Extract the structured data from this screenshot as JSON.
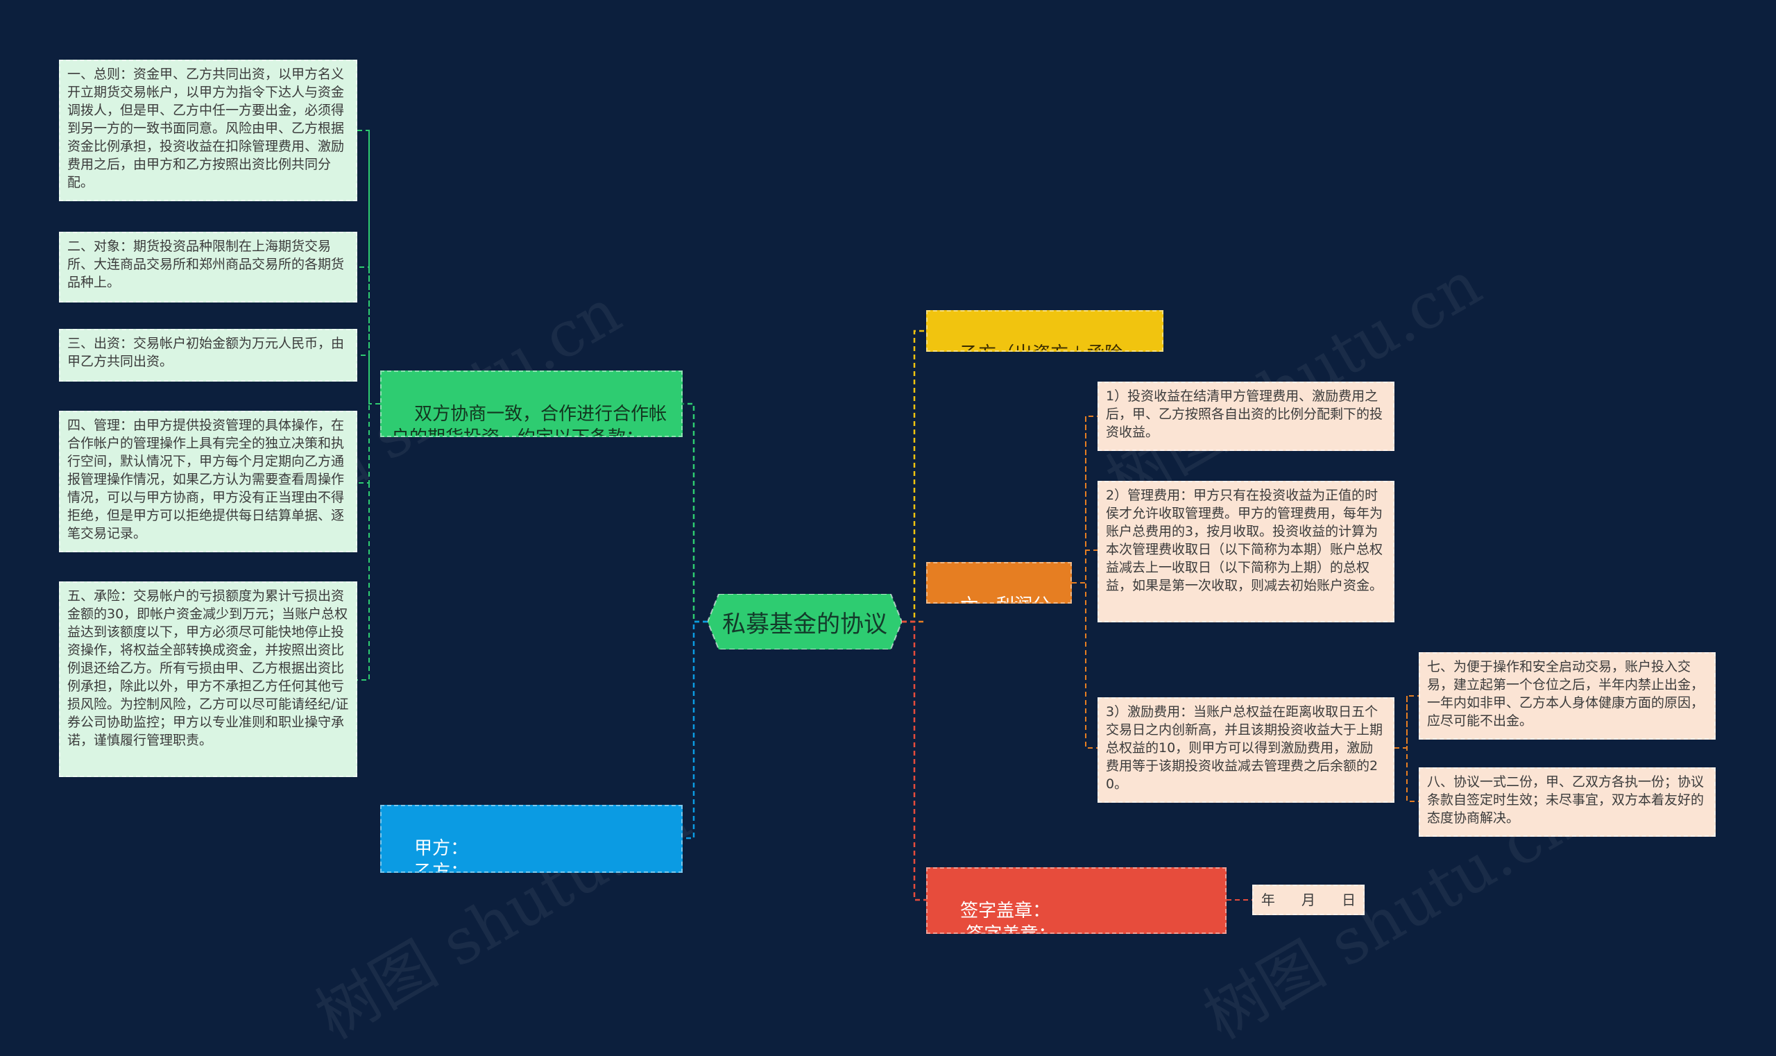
{
  "root": {
    "label": "私募基金的协议"
  },
  "left": {
    "clauses_branch": {
      "label": "双方协商一致，合作进行合作帐户的期货投资，约定以下条款："
    },
    "clauses": [
      "一、总则：资金甲、乙方共同出资，以甲方名义开立期货交易帐户，以甲方为指令下达人与资金调拨人，但是甲、乙方中任一方要出金，必须得到另一方的一致书面同意。风险由甲、乙方根据资金比例承担，投资收益在扣除管理费用、激励费用之后，由甲方和乙方按照出资比例共同分配。",
      "二、对象：期货投资品种限制在上海期货交易所、大连商品交易所和郑州商品交易所的各期货品种上。",
      "三、出资：交易帐户初始金额为万元人民币，由甲乙方共同出资。",
      "四、管理：由甲方提供投资管理的具体操作，在合作帐户的管理操作上具有完全的独立决策和执行空间，默认情况下，甲方每个月定期向乙方通报管理操作情况，如果乙方认为需要查看周操作情况，可以与甲方协商，甲方没有正当理由不得拒绝，但是甲方可以拒绝提供每日结算单据、逐笔交易记录。",
      "五、承险：交易帐户的亏损额度为累计亏损出资金额的30，即帐户资金减少到万元；当账户总权益达到该额度以下，甲方必须尽可能快地停止投资操作，将权益全部转换成资金，并按照出资比例退还给乙方。所有亏损由甲、乙方根据出资比例承担，除此以外，甲方不承担乙方任何其他亏损风险。为控制风险，乙方可以尽可能请经纪/证券公司协助监控；甲方以专业准则和职业操守承诺，谨慎履行管理职责。"
    ],
    "parties_branch": {
      "label": "甲方：\n    乙方："
    }
  },
  "right": {
    "partyb_branch": {
      "label": "乙方（出资方＋承险方）："
    },
    "profit_branch": {
      "label": "六、利润分配："
    },
    "profit_items": [
      "1）投资收益在结清甲方管理费用、激励费用之后，甲、乙方按照各自出资的比例分配剩下的投资收益。",
      "2）管理费用：甲方只有在投资收益为正值的时侯才允许收取管理费。甲方的管理费用，每年为账户总费用的3，按月收取。投资收益的计算为本次管理费收取日（以下简称为本期）账户总权益减去上一收取日（以下简称为上期）的总权益，如果是第一次收取，则减去初始账户资金。",
      "3）激励费用：当账户总权益在距离收取日五个交易日之内创新高，并且该期投资收益大于上期总权益的10，则甲方可以得到激励费用，激励费用等于该期投资收益减去管理费之后余额的20。"
    ],
    "sub_items": [
      "七、为便于操作和安全启动交易，账户投入交易，建立起第一个仓位之后，半年内禁止出金，一年内如非甲、乙方本人身体健康方面的原因，应尽可能不出金。",
      "八、协议一式二份，甲、乙双方各执一份；协议条款自签定时生效；未尽事宜，双方本着友好的态度协商解决。"
    ],
    "sign_branch": {
      "label": "签字盖章：\n     签字盖章："
    },
    "date_note": {
      "label": "年      月      日"
    }
  },
  "watermark": "树图 shutu.cn",
  "colors": {
    "background": "#0c1f3d",
    "root": "#2ecc71",
    "clauses_branch": "#2ecc71",
    "parties_branch": "#0b9be3",
    "partyb_branch": "#f1c40f",
    "profit_branch": "#e67e22",
    "sign_branch": "#e74c3c",
    "note_left": "#daf5e3",
    "note_right": "#fbe4d4"
  }
}
